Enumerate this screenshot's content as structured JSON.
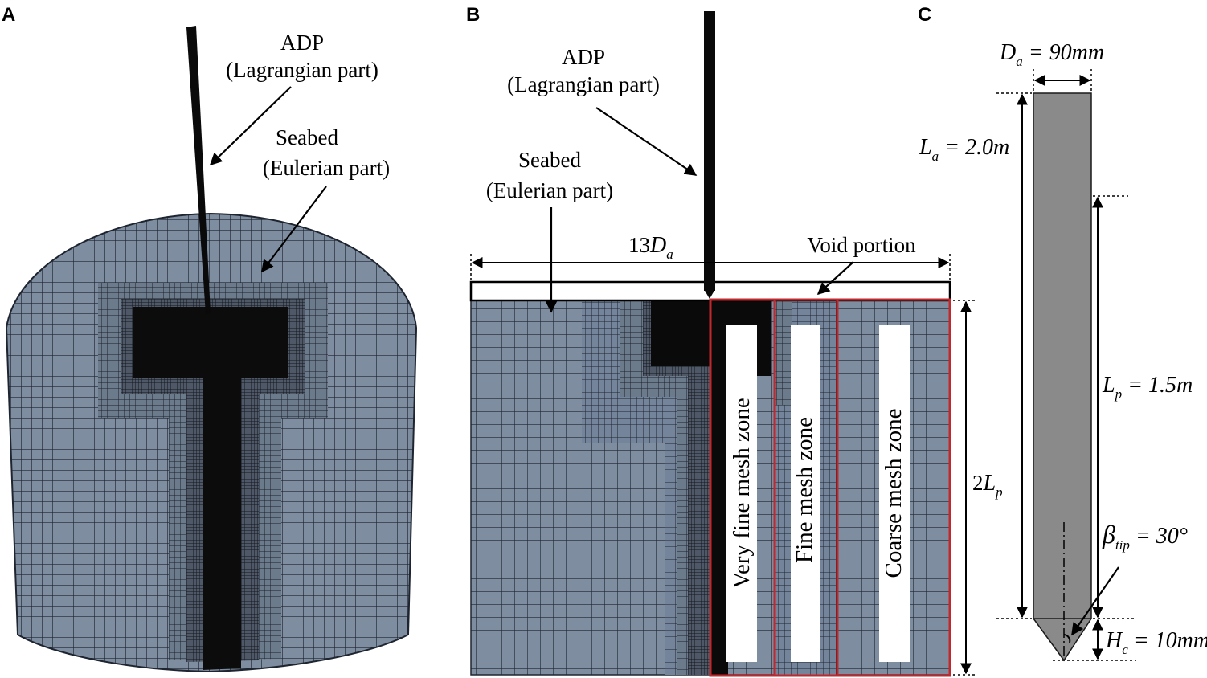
{
  "panels": {
    "a": {
      "label": "A",
      "adp_title": "ADP",
      "adp_sub": "(Lagrangian part)",
      "seabed_title": "Seabed",
      "seabed_sub": "(Eulerian part)"
    },
    "b": {
      "label": "B",
      "adp_title": "ADP",
      "adp_sub": "(Lagrangian part)",
      "seabed_title": "Seabed",
      "seabed_sub": "(Eulerian part)",
      "width_coef": "13",
      "width_sym": "D",
      "width_sub": "a",
      "void_label": "Void portion",
      "zone_very_fine": "Very fine mesh zone",
      "zone_fine": "Fine mesh zone",
      "zone_coarse": "Coarse mesh zone",
      "depth_coef": "2",
      "depth_sym": "L",
      "depth_sub": "p"
    },
    "c": {
      "label": "C",
      "da_sym": "D",
      "da_sub": "a",
      "da_val": " = 90mm",
      "la_sym": "L",
      "la_sub": "a",
      "la_val": " = 2.0m",
      "lp_sym": "L",
      "lp_sub": "p",
      "lp_val": " = 1.5m",
      "beta_sym": "β",
      "beta_sub": "tip",
      "beta_val": " = 30°",
      "hc_sym": "H",
      "hc_sub": "c",
      "hc_val": " = 10mm"
    }
  },
  "colors": {
    "mesh_fill": "#7e8ea0",
    "mesh_line": "#1e2530",
    "dark": "#0a0a0a",
    "zone_border": "#c0282d",
    "probe_fill": "#8a8a8a"
  }
}
